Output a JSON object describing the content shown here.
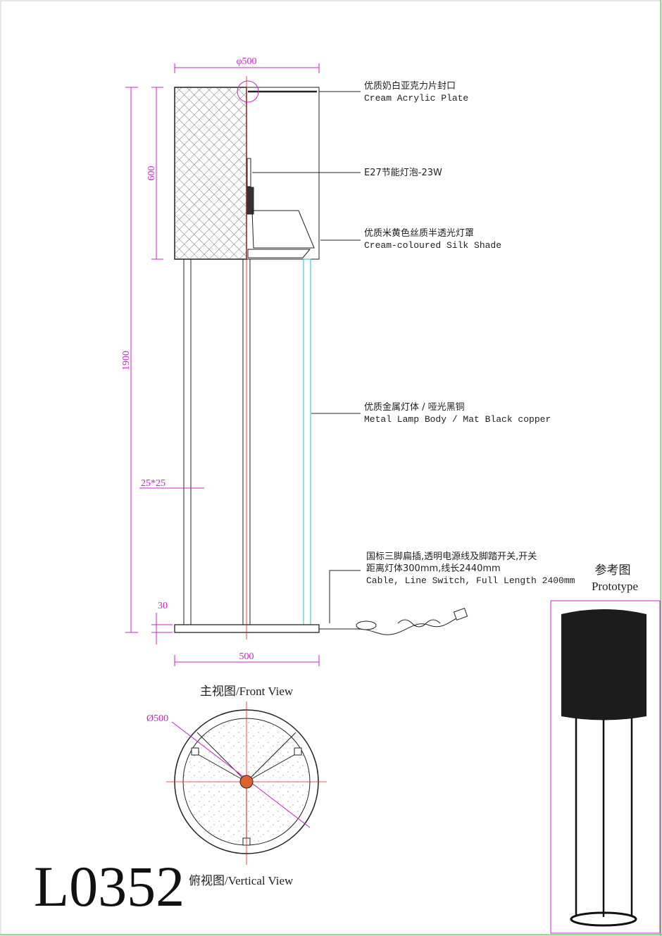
{
  "dimensions": {
    "shade_diameter": "φ500",
    "shade_height": "600",
    "total_height": "1900",
    "leg_section": "25*25",
    "base_height": "30",
    "base_width": "500",
    "top_view_diameter": "Ø500"
  },
  "annotations": [
    {
      "cn": "优质奶白亚克力片封口",
      "en": "Cream Acrylic Plate"
    },
    {
      "cn": "E27节能灯泡-23W",
      "en": ""
    },
    {
      "cn": "优质米黄色丝质半透光灯罩",
      "en": "Cream-coloured Silk Shade"
    },
    {
      "cn": "优质金属灯体 / 哑光黑铜",
      "en": "Metal Lamp Body / Mat Black copper"
    },
    {
      "cn": "国标三脚扁插,透明电源线及脚踏开关,开关",
      "cn2": "距离灯体300mm,线长2440mm",
      "en": "Cable, Line Switch, Full Length 2400mm"
    }
  ],
  "views": {
    "front": "主视图/Front View",
    "top": "俯视图/Vertical View"
  },
  "prototype": {
    "cn": "参考图",
    "en": "Prototype"
  },
  "model_number": "L0352",
  "colors": {
    "dimension": "#d020d0",
    "centerline": "#e02020",
    "leg": "#20c0d0",
    "frame": "#30c030"
  }
}
